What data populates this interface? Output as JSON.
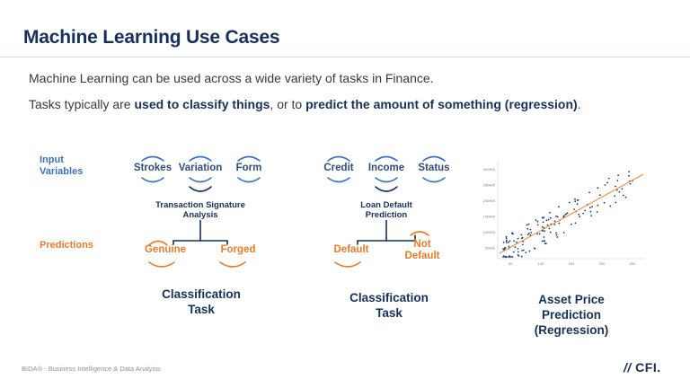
{
  "title": "Machine Learning Use Cases",
  "line1": "Machine Learning can be used across a wide variety of tasks in Finance.",
  "line2": {
    "a": "Tasks typically are ",
    "b": "used to classify things",
    "c": ", or to ",
    "d": "predict the amount of something (regression)",
    "e": "."
  },
  "labels": {
    "input_l1": "Input",
    "input_l2": "Variables",
    "predictions": "Predictions"
  },
  "diagram1": {
    "inputs": [
      "Strokes",
      "Variation",
      "Form"
    ],
    "hub_l1": "Transaction Signature",
    "hub_l2": "Analysis",
    "outputs": [
      "Genuine",
      "Forged"
    ],
    "caption_l1": "Classification",
    "caption_l2": "Task"
  },
  "diagram2": {
    "inputs": [
      "Credit",
      "Income",
      "Status"
    ],
    "hub_l1": "Loan Default",
    "hub_l2": "Prediction",
    "outputs": [
      "Default",
      "Not",
      "Default"
    ],
    "caption_l1": "Classification",
    "caption_l2": "Task"
  },
  "scatter": {
    "caption_l1": "Asset Price",
    "caption_l2": "Prediction",
    "caption_l3": "(Regression)",
    "yticks": [
      "300000",
      "250000",
      "200000",
      "150000",
      "100000",
      "50000"
    ],
    "xticks": [
      "50",
      "100",
      "150",
      "200",
      "250"
    ],
    "colors": {
      "points": "#1f3a66",
      "trend": "#ee8a3c"
    }
  },
  "footer": "BIDA® - Business Intelligence & Data Analysis",
  "logo": "CFI."
}
